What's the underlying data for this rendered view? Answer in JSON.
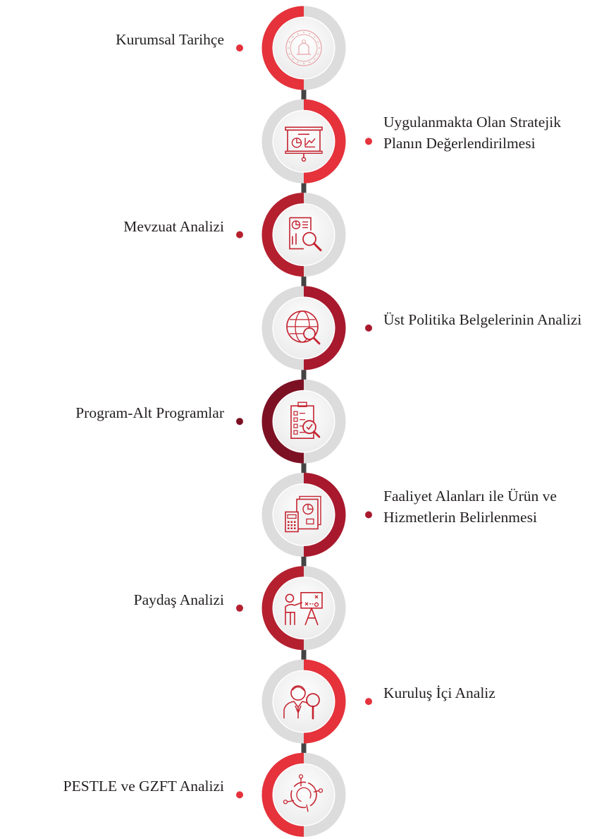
{
  "steps": [
    {
      "label": "Kurumsal Tarihçe",
      "side": "left",
      "accent": "#e5323b",
      "icon": "ministry-seal-icon"
    },
    {
      "label": "Uygulanmakta Olan Stratejik\nPlanın Değerlendirilmesi",
      "side": "right",
      "accent": "#e5323b",
      "icon": "presentation-board-icon"
    },
    {
      "label": "Mevzuat Analizi",
      "side": "left",
      "accent": "#b5202f",
      "icon": "document-magnifier-icon"
    },
    {
      "label": "Üst Politika Belgelerinin Analizi",
      "side": "right",
      "accent": "#a8192d",
      "icon": "globe-search-icon"
    },
    {
      "label": "Program-Alt Programlar",
      "side": "left",
      "accent": "#7d1124",
      "icon": "clipboard-checklist-icon"
    },
    {
      "label": "Faaliyet Alanları ile Ürün ve\nHizmetlerin Belirlenmesi",
      "side": "right",
      "accent": "#a8192d",
      "icon": "calculator-report-icon"
    },
    {
      "label": "Paydaş Analizi",
      "side": "left",
      "accent": "#b5202f",
      "icon": "strategy-teacher-icon"
    },
    {
      "label": "Kuruluş İçi Analiz",
      "side": "right",
      "accent": "#e5323b",
      "icon": "person-magnifier-icon"
    },
    {
      "label": "PESTLE ve GZFT Analizi",
      "side": "left",
      "accent": "#e5323b",
      "icon": "cycle-arrows-icon"
    }
  ],
  "colors": {
    "track": "#dcdcdc",
    "connector": "#444444",
    "icon_stroke": "#c4232f",
    "text": "#231f20"
  }
}
